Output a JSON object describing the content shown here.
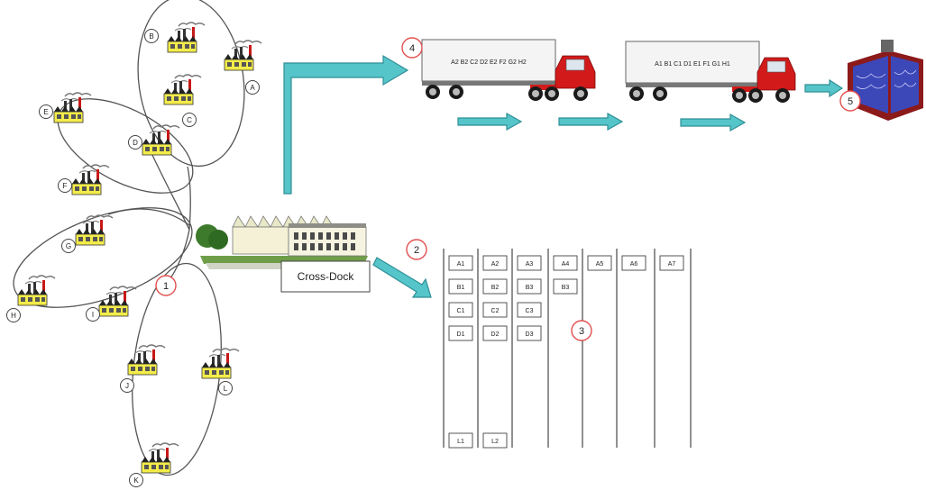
{
  "diagram": {
    "suppliers": [
      {
        "id": "A",
        "label": "A"
      },
      {
        "id": "B",
        "label": "B"
      },
      {
        "id": "C",
        "label": "C"
      },
      {
        "id": "D",
        "label": "D"
      },
      {
        "id": "E",
        "label": "E"
      },
      {
        "id": "F",
        "label": "F"
      },
      {
        "id": "G",
        "label": "G"
      },
      {
        "id": "H",
        "label": "H"
      },
      {
        "id": "I",
        "label": "I"
      },
      {
        "id": "J",
        "label": "J"
      },
      {
        "id": "K",
        "label": "K"
      },
      {
        "id": "L",
        "label": "L"
      }
    ],
    "markers": {
      "m1": "1",
      "m2": "2",
      "m3": "3",
      "m4": "4",
      "m5": "5"
    },
    "cross_dock": {
      "label": "Cross-Dock"
    },
    "trucks": [
      {
        "cargo": "A2 B2 C2 D2 E2 F2 G2 H2"
      },
      {
        "cargo": "A1 B1 C1 D1 E1 F1 G1 H1"
      }
    ],
    "lanes": [
      {
        "top": [
          "A1",
          "B1",
          "C1",
          "D1"
        ],
        "bottom": "L1"
      },
      {
        "top": [
          "A2",
          "B2",
          "C2",
          "D2"
        ],
        "bottom": "L2"
      },
      {
        "top": [
          "A3",
          "B3",
          "C3",
          "D3"
        ],
        "bottom": ""
      },
      {
        "top": [
          "A4",
          "B3"
        ],
        "bottom": ""
      },
      {
        "top": [
          "A5"
        ],
        "bottom": ""
      },
      {
        "top": [
          "A6"
        ],
        "bottom": ""
      },
      {
        "top": [
          "A7"
        ],
        "bottom": ""
      }
    ],
    "colors": {
      "arrow": "#55c5c9",
      "arrow_stroke": "#2f8f96",
      "factory": "#f3ec4a",
      "truck_cab": "#d21a1a",
      "marker_stroke": "#e25050"
    }
  }
}
